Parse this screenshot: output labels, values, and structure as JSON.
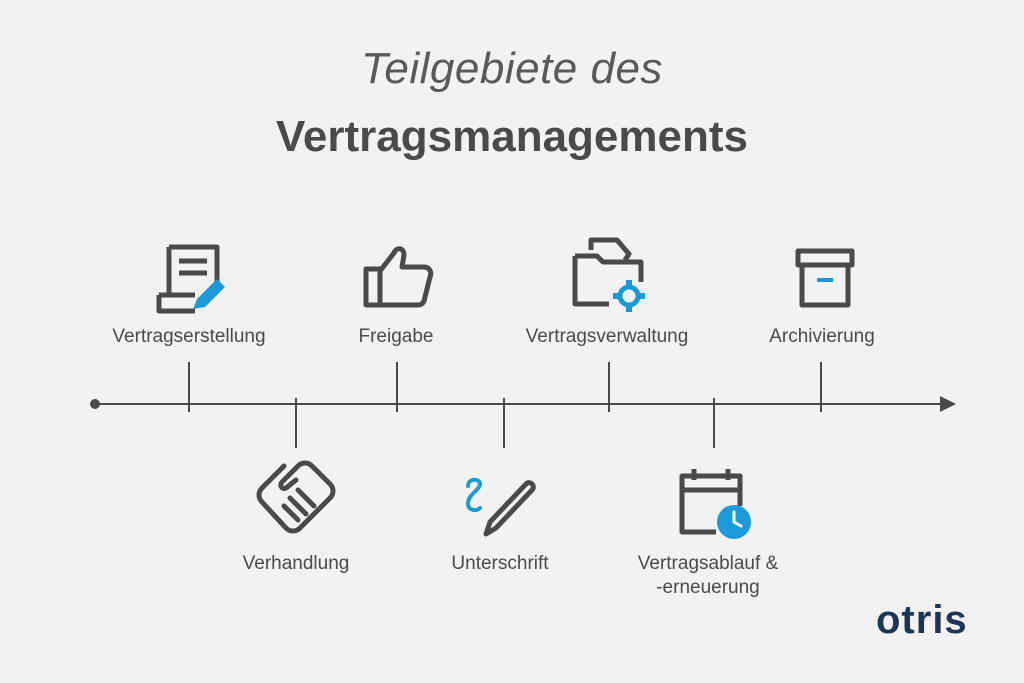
{
  "title": {
    "line1": "Teilgebiete des",
    "line2": "Vertragsmanagements"
  },
  "steps": [
    {
      "label": "Vertragserstellung",
      "icon": "document-edit-icon",
      "position": "top"
    },
    {
      "label": "Verhandlung",
      "icon": "handshake-icon",
      "position": "bottom"
    },
    {
      "label": "Freigabe",
      "icon": "thumbs-up-icon",
      "position": "top"
    },
    {
      "label": "Unterschrift",
      "icon": "signature-pen-icon",
      "position": "bottom"
    },
    {
      "label": "Vertragsverwaltung",
      "icon": "folder-gear-icon",
      "position": "top"
    },
    {
      "label": "Vertragsablauf &",
      "label2": "-erneuerung",
      "icon": "calendar-clock-icon",
      "position": "bottom"
    },
    {
      "label": "Archivierung",
      "icon": "archive-box-icon",
      "position": "top"
    }
  ],
  "logo": "otris",
  "colors": {
    "background": "#f2f2f2",
    "icon": "#4a4a4a",
    "accent": "#1a9ad6",
    "logo": "#1f3556"
  }
}
